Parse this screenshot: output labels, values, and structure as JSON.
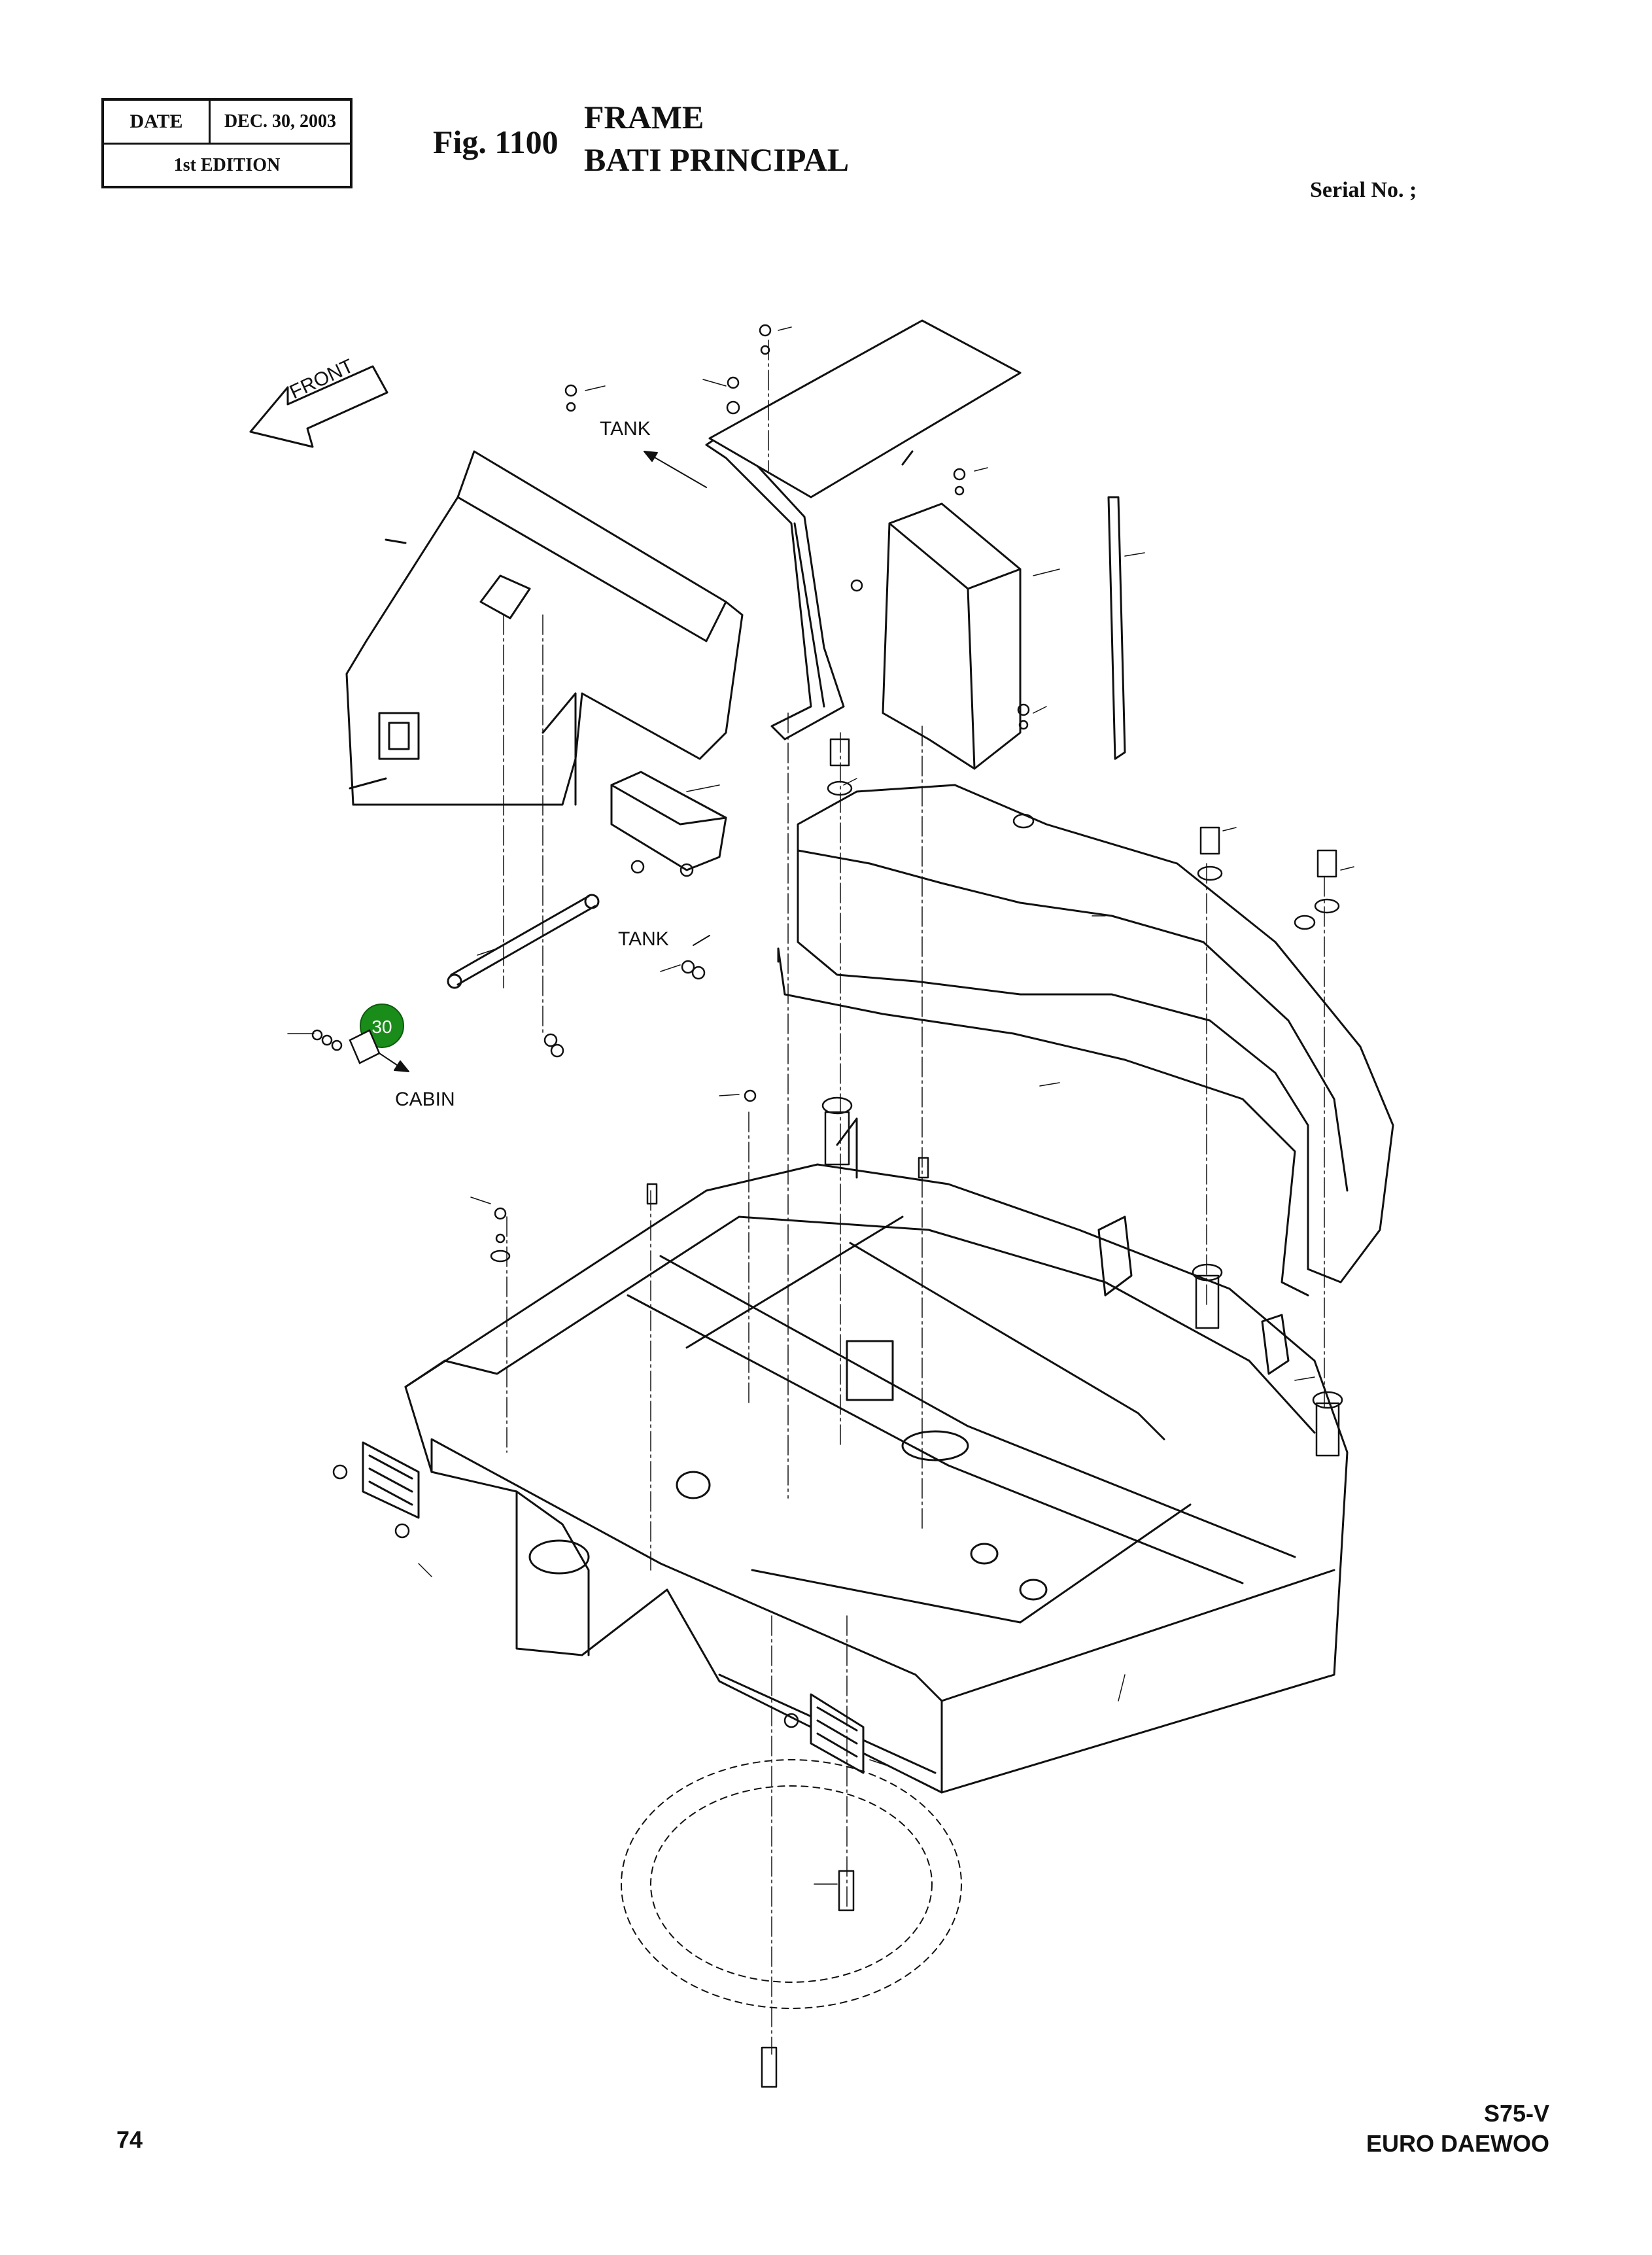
{
  "header": {
    "date_label": "DATE",
    "date_value": "DEC. 30, 2003",
    "edition": "1st EDITION"
  },
  "figure": {
    "number": "Fig. 1100",
    "title_en": "FRAME",
    "title_fr": "BATI PRINCIPAL",
    "serial": "Serial No. ;"
  },
  "diagram": {
    "direction_label": "FRONT",
    "callouts": {
      "tank_top": "TANK",
      "tank_mid": "TANK",
      "cabin": "CABIN",
      "part_30": "30"
    },
    "highlight_color": "#1a8c1a"
  },
  "footer": {
    "page": "74",
    "model": "S75-V",
    "brand": "EURO DAEWOO"
  }
}
